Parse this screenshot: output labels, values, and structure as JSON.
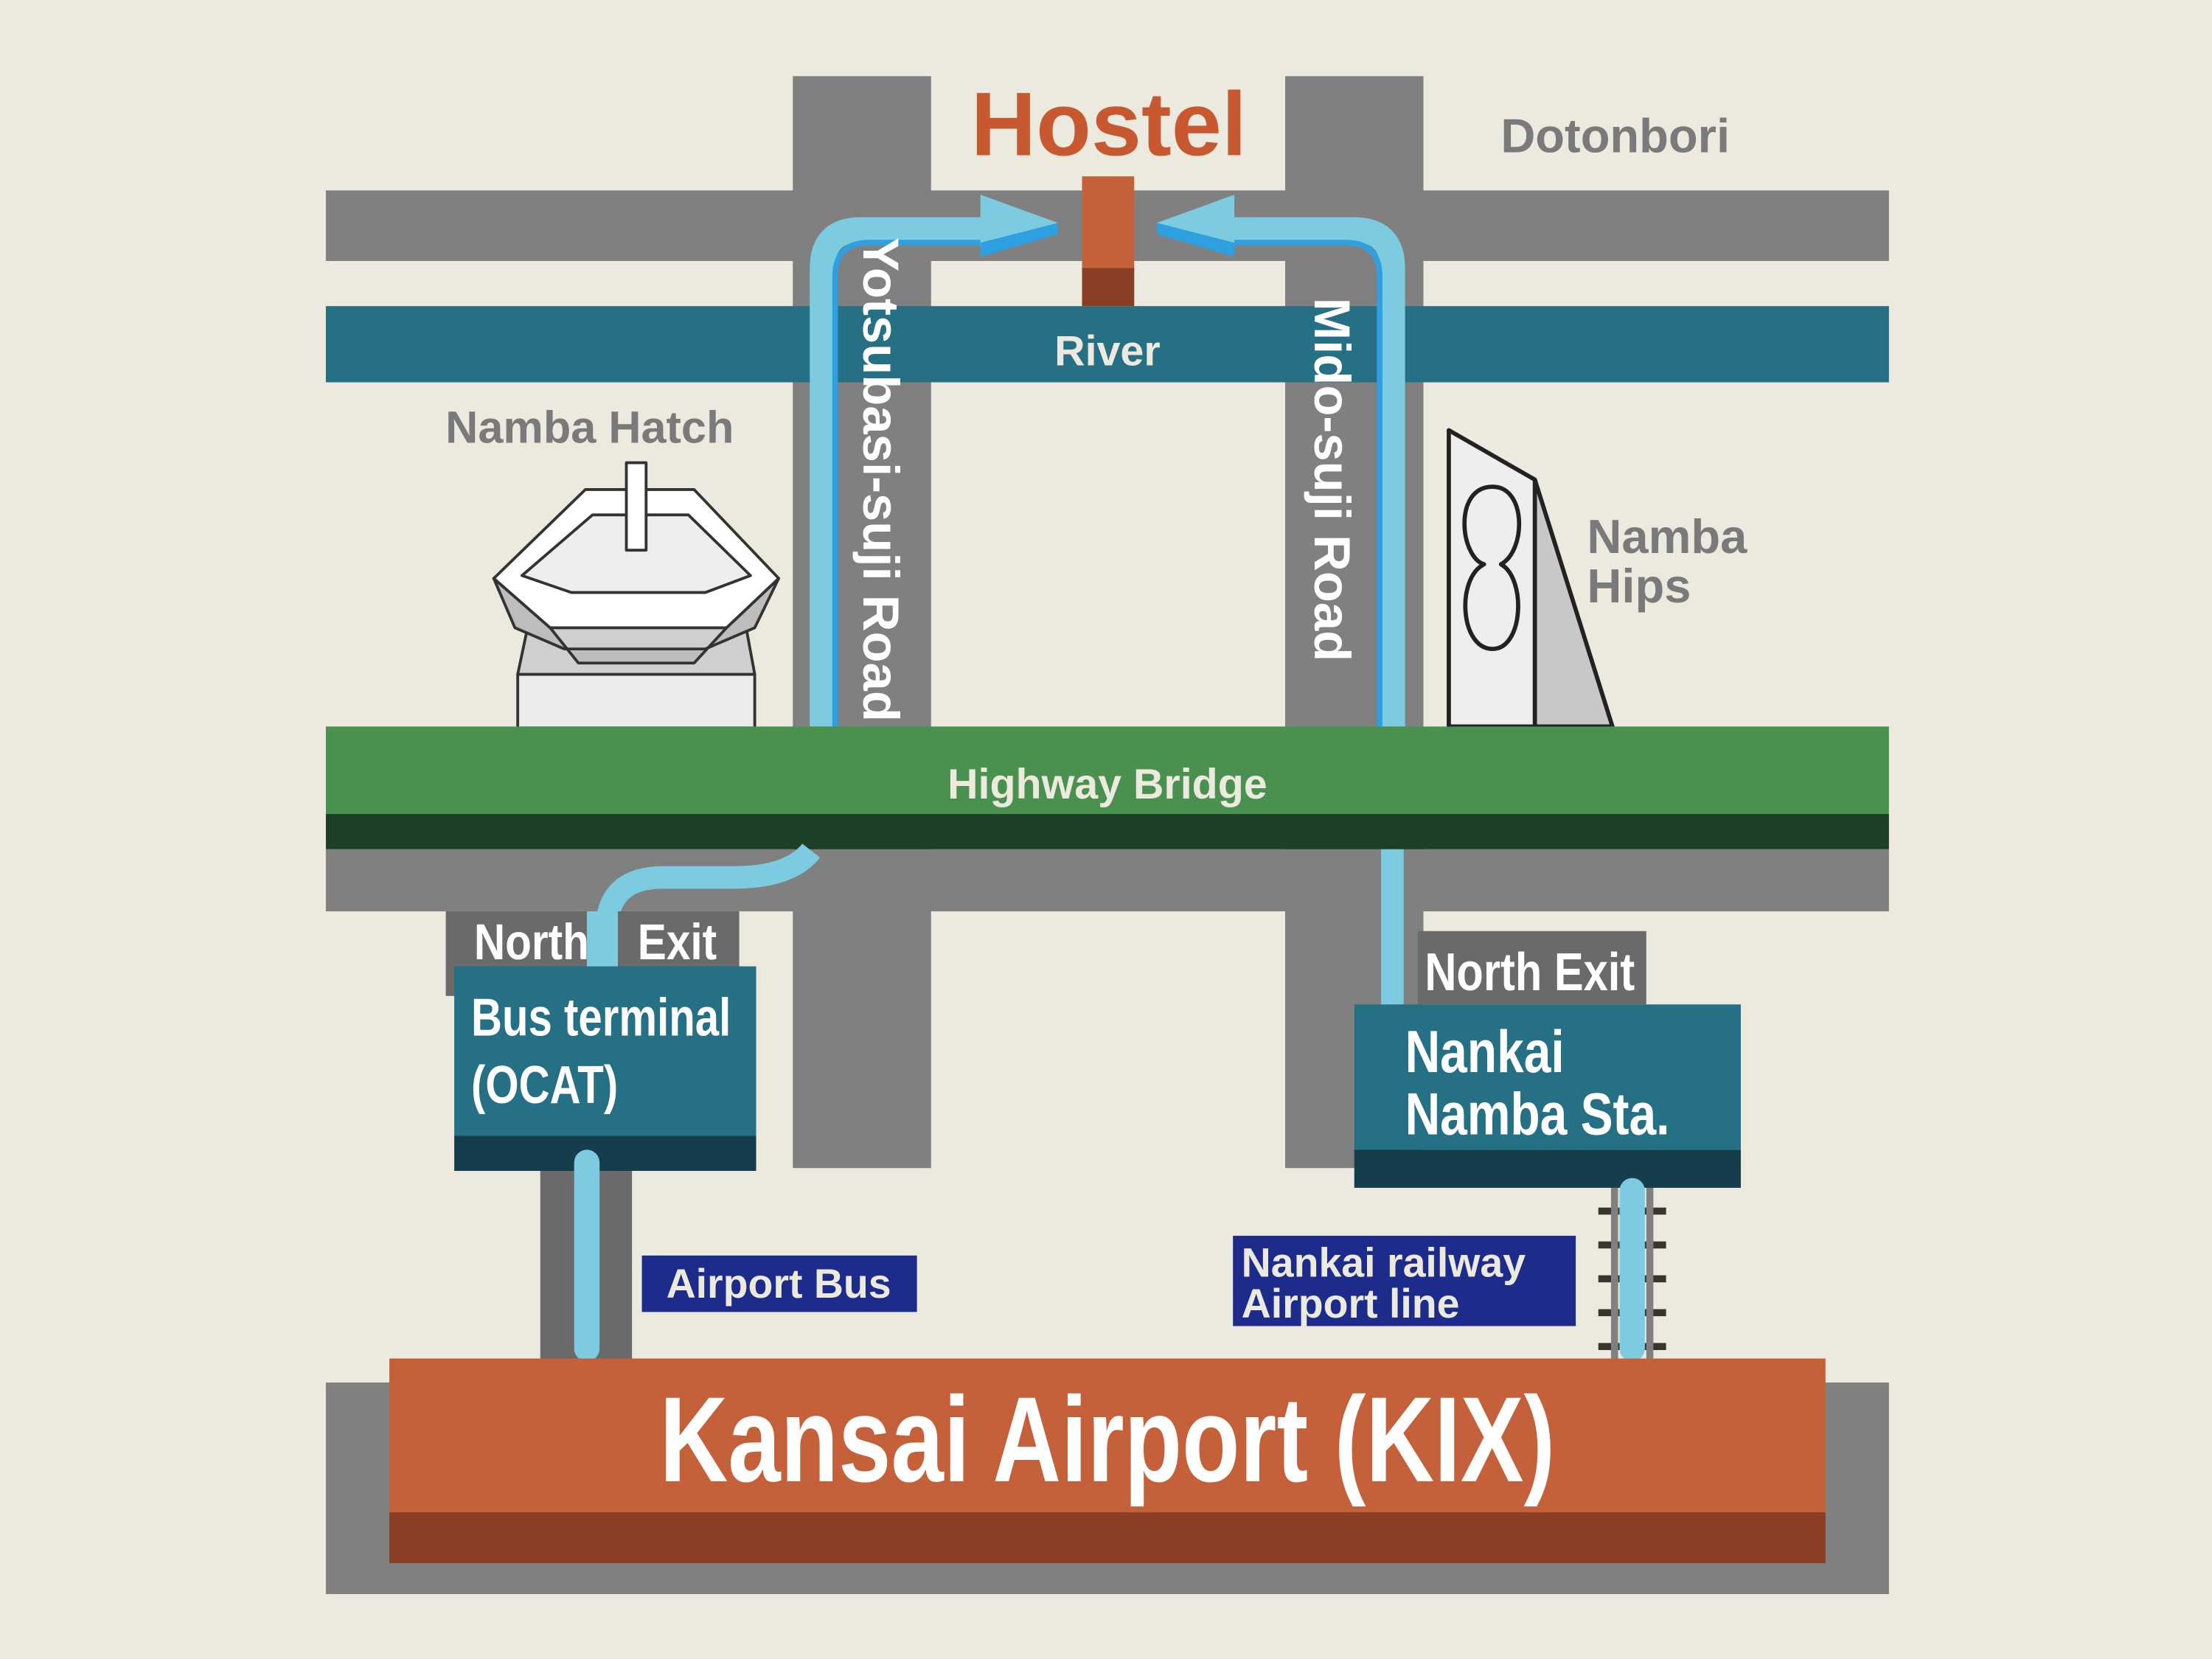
{
  "title": "Hostel",
  "landmarks": {
    "dotonbori": "Dotonbori",
    "namba_hatch": "Namba Hatch",
    "namba_hips_line1": "Namba",
    "namba_hips_line2": "Hips",
    "river": "River",
    "highway_bridge": "Highway Bridge"
  },
  "roads": {
    "left": "Yotsubasi-suji Road",
    "right": "Mido-suji Road"
  },
  "bus_terminal": {
    "exit_north": "North",
    "exit_exit": "Exit",
    "name_line1": "Bus terminal",
    "name_line2": "(OCAT)",
    "route_label": "Airport Bus"
  },
  "nankai_station": {
    "exit": "North Exit",
    "name_line1": "Nankai",
    "name_line2": "Namba Sta.",
    "route_label_line1": "Nankai railway",
    "route_label_line2": "Airport line"
  },
  "airport": "Kansai Airport (KIX)",
  "colors": {
    "background": "#ece9df",
    "road": "#808080",
    "river": "#267086",
    "bridge": "#4a9150",
    "route": "#7ccbe0",
    "hostel": "#c8582f",
    "label_box": "#1d2b8a"
  }
}
